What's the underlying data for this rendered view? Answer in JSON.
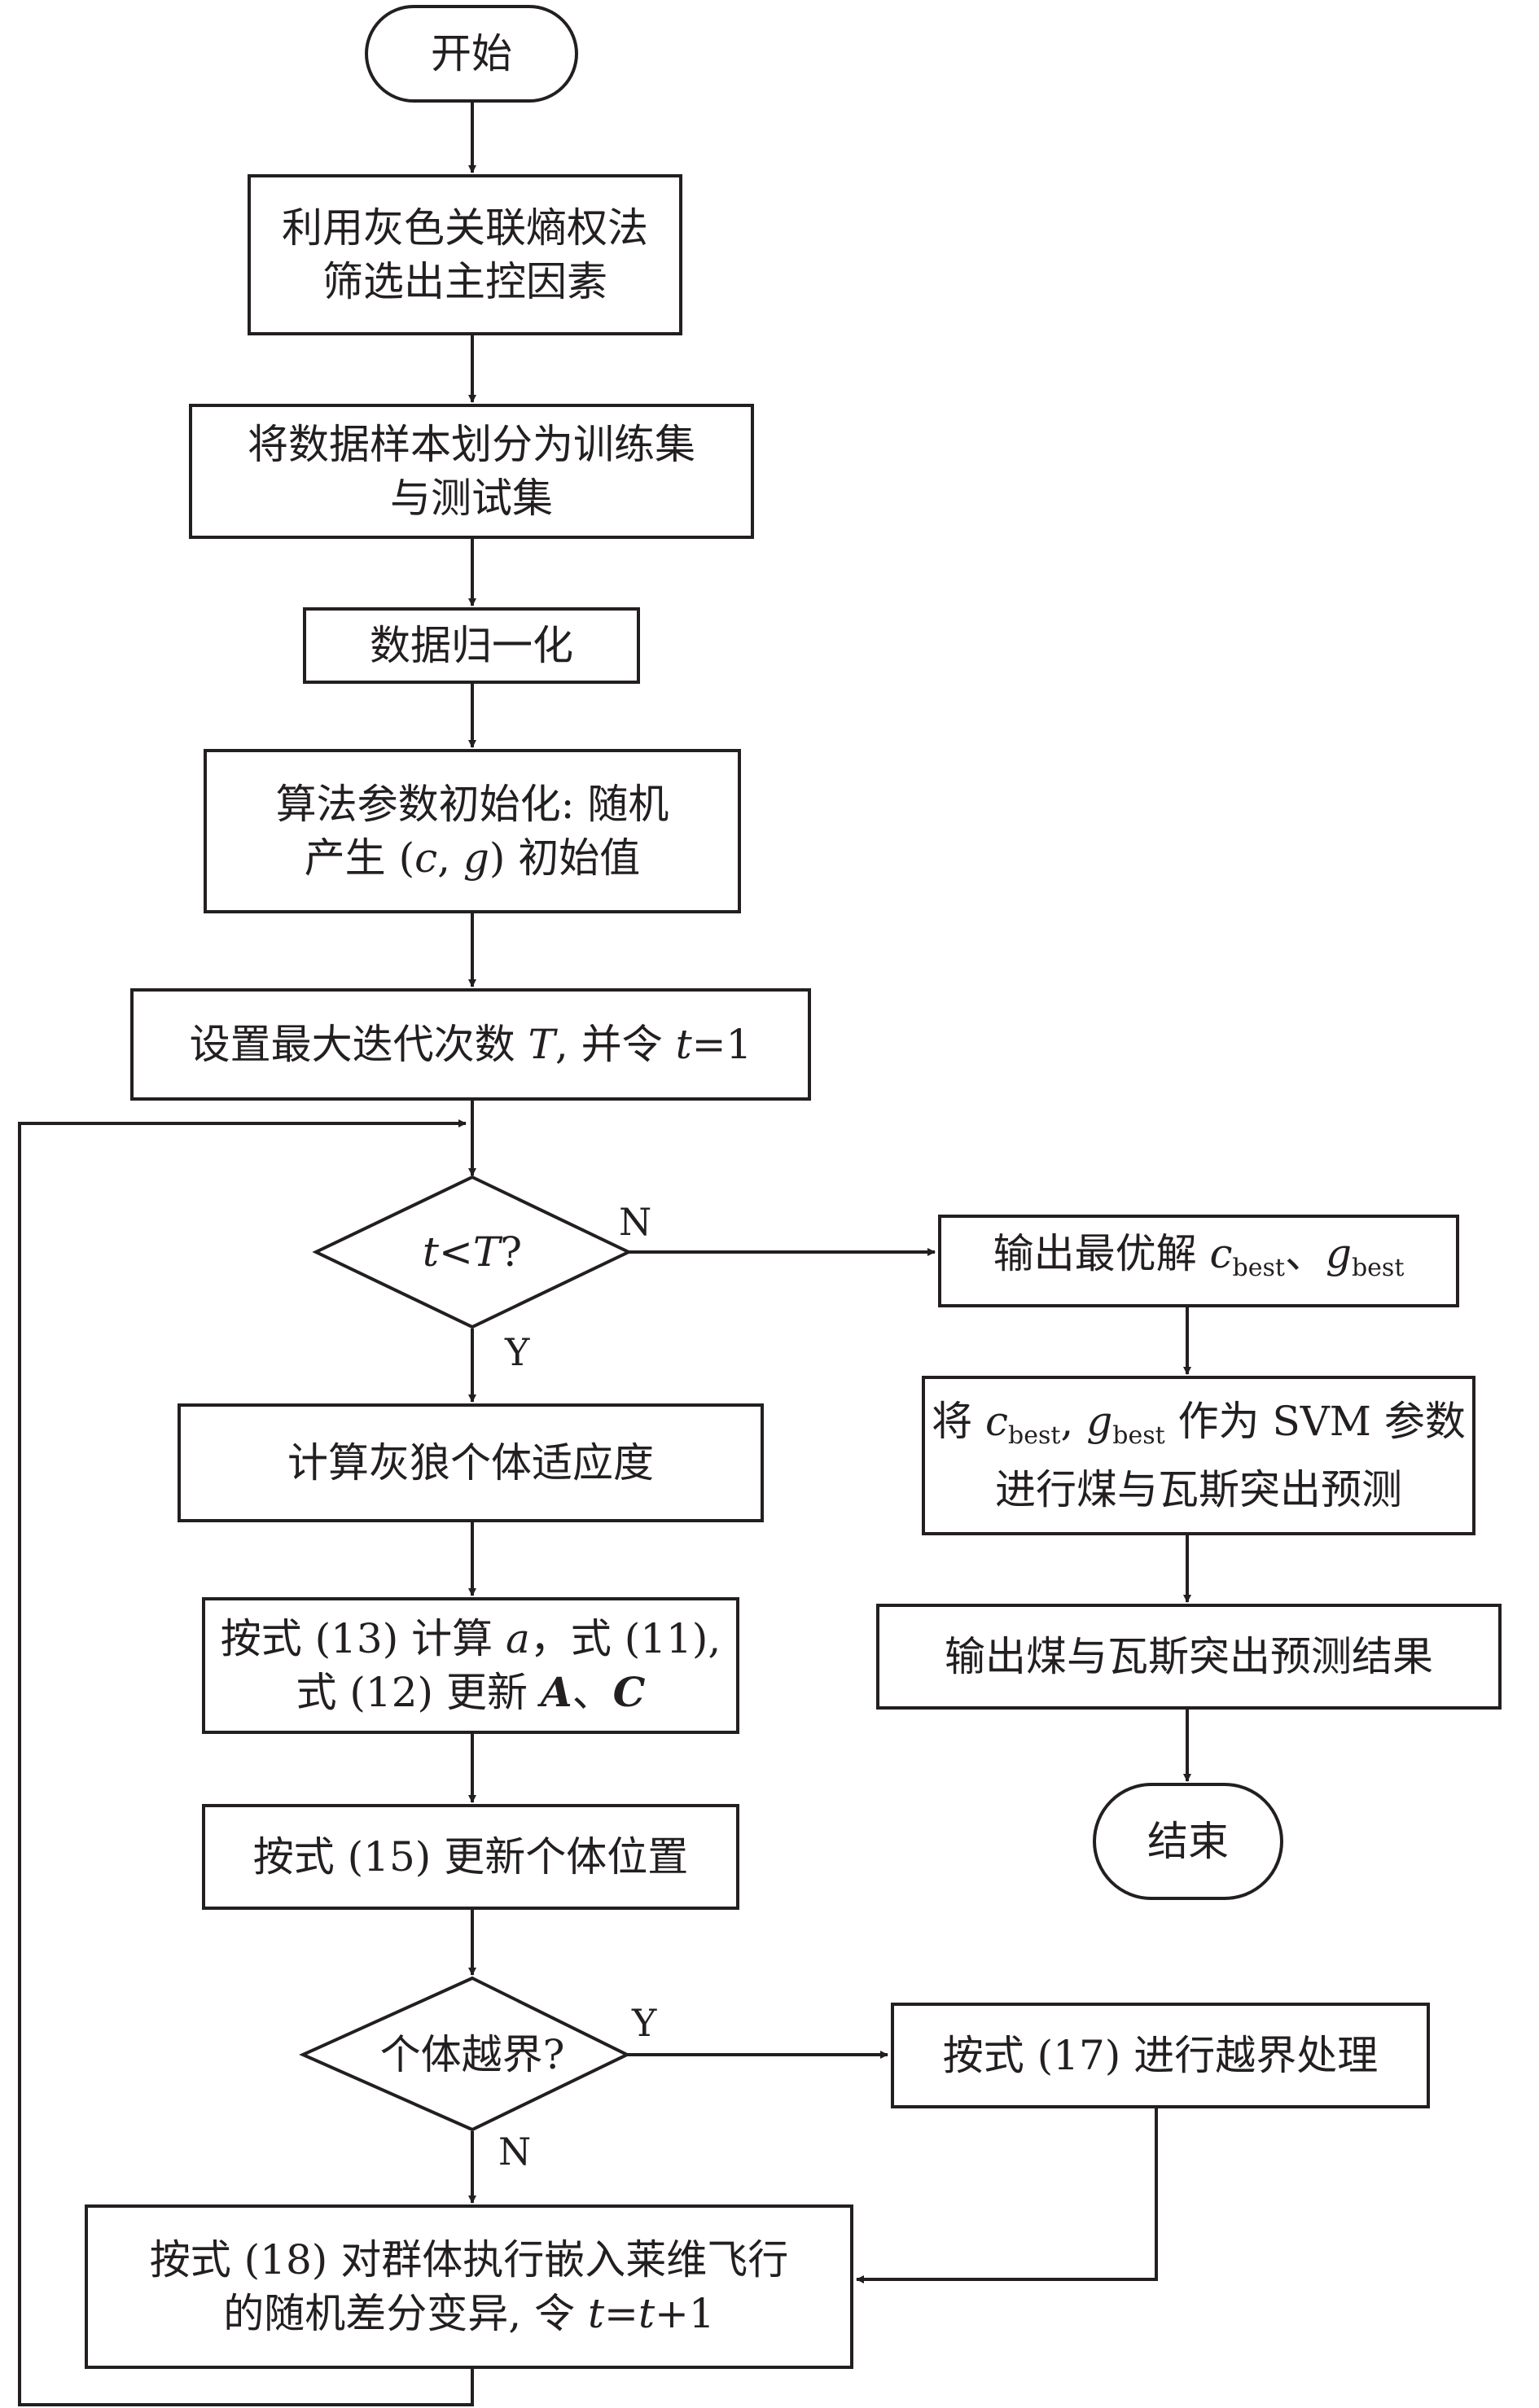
{
  "nodes": {
    "start": "开始",
    "grey_relational": [
      "利用灰色关联熵权法",
      "筛选出主控因素"
    ],
    "split_data": [
      "将数据样本划分为训练集",
      "与测试集"
    ],
    "normalize": "数据归一化",
    "init_params": {
      "line1": "算法参数初始化: 随机",
      "line2_pre": "产生 (",
      "c": "c",
      "comma": ", ",
      "g": "g",
      "line2_post": ") 初始值"
    },
    "set_max_iter": {
      "pre": "设置最大迭代次数 ",
      "T": "T",
      "mid": ", 并令 ",
      "t": "t",
      "post": "=1"
    },
    "decision_iter": {
      "t": "t",
      "lt": "<",
      "T": "T",
      "q": "?"
    },
    "calc_fitness": "计算灰狼个体适应度",
    "update_AC": {
      "line1_pre": "按式 (13) 计算 ",
      "a": "a",
      "line1_post": "，式 (11),",
      "line2_pre": "式 (12) 更新 ",
      "A": "A",
      "sep": "、",
      "C": "C"
    },
    "update_position": "按式 (15) 更新个体位置",
    "decision_bound": "个体越界?",
    "handle_bound": "按式 (17) 进行越界处理",
    "levy_mutation": {
      "line1": "按式 (18) 对群体执行嵌入莱维飞行",
      "line2_pre": "的随机差分变异, 令 ",
      "t1": "t",
      "eq": "=",
      "t2": "t",
      "post": "+1"
    },
    "output_optimal": {
      "pre": "输出最优解 ",
      "c": "c",
      "c_sub": "best",
      "sep": "、",
      "g": "g",
      "g_sub": "best"
    },
    "svm_predict": {
      "pre": "将 ",
      "c": "c",
      "c_sub": "best",
      "comma": ", ",
      "g": "g",
      "g_sub": "best",
      "line1_post": " 作为 SVM 参数",
      "line2": "进行煤与瓦斯突出预测"
    },
    "output_result": "输出煤与瓦斯突出预测结果",
    "end": "结束"
  },
  "edge_labels": {
    "iter_no": "N",
    "iter_yes": "Y",
    "bound_yes": "Y",
    "bound_no": "N"
  }
}
